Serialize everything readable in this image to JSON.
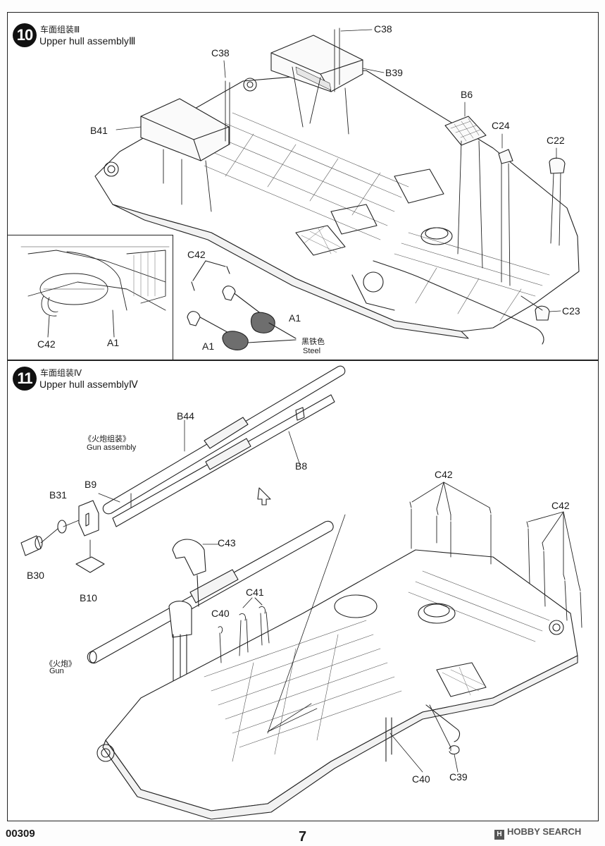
{
  "step10": {
    "number": "10",
    "title_cn": "车面组装Ⅲ",
    "title_en": "Upper hull assemblyⅢ",
    "labels": {
      "c38_top": "C38",
      "c38_left": "C38",
      "b39": "B39",
      "b41": "B41",
      "b6": "B6",
      "c24": "C24",
      "c22": "C22",
      "c23": "C23",
      "c42": "C42",
      "a1_a": "A1",
      "a1_b": "A1",
      "color_cn": "黑铁色",
      "color_en": "Steel"
    },
    "inset": {
      "c42": "C42",
      "a1": "A1"
    }
  },
  "step11": {
    "number": "11",
    "title_cn": "车面组装Ⅳ",
    "title_en": "Upper hull assemblyⅣ",
    "labels": {
      "b44": "B44",
      "gun_assembly_cn": "《火炮组装》",
      "gun_assembly_en": "Gun assembly",
      "b8": "B8",
      "b31": "B31",
      "b9": "B9",
      "b30": "B30",
      "b10": "B10",
      "c43": "C43",
      "c41": "C41",
      "c40_a": "C40",
      "c40_b": "C40",
      "c39": "C39",
      "c42_a": "C42",
      "c42_b": "C42",
      "gun_cn": "《火炮》",
      "gun_en": "Gun"
    }
  },
  "footer": {
    "code": "00309",
    "page": "7",
    "watermark": "HOBBY SEARCH",
    "watermark_icon": "H"
  },
  "colors": {
    "line": "#222222",
    "steel_fill": "#6e6e6e"
  }
}
